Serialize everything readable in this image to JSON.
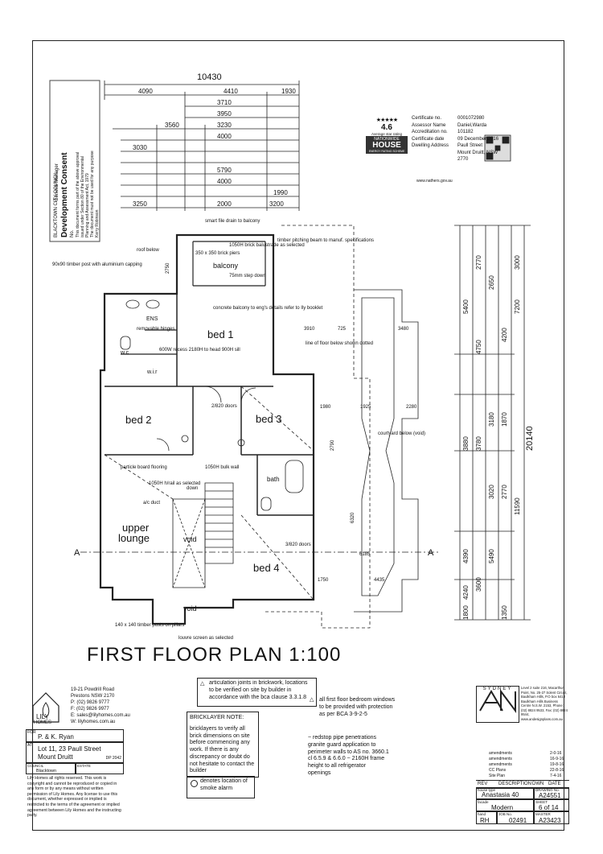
{
  "title": "FIRST FLOOR PLAN 1:100",
  "rooms": {
    "bed1": "bed 1",
    "bed2": "bed 2",
    "bed3": "bed 3",
    "bed4": "bed 4",
    "upper_lounge_1": "upper",
    "upper_lounge_2": "lounge",
    "void1": "void",
    "void2": "void",
    "bath": "bath",
    "balcony": "balcony",
    "wc": "w.c",
    "wir": "w.i.r",
    "ens": "ENS",
    "courtyard": "courtyard below (void)"
  },
  "top_dims": {
    "d10430": "10430",
    "d4090": "4090",
    "d4410": "4410",
    "d1930": "1930",
    "d3710": "3710",
    "d3950": "3950",
    "d3560": "3560",
    "d3230": "3230",
    "d4000a": "4000",
    "d3030": "3030",
    "d5790": "5790",
    "d4000b": "4000",
    "d1990": "1990",
    "d3250": "3250",
    "d2000": "2000",
    "d3200": "3200"
  },
  "right_dims": {
    "d20140": "20140",
    "d11590": "11590",
    "d7200": "7200",
    "d5400": "5400",
    "d4750": "4750",
    "d4200": "4200",
    "d3000": "3000",
    "d2770": "2770",
    "d2650": "2650",
    "d3880": "3880",
    "d3780": "3780",
    "d3180": "3180",
    "d1870": "1870",
    "d3020": "3020",
    "d2770b": "2770",
    "d5490": "5490",
    "d4390": "4390",
    "d3600": "3600",
    "d4240": "4240",
    "d1800": "1800",
    "d1350": "1350"
  },
  "inner_dims": {
    "d3910": "3910",
    "d725": "725",
    "d3480": "3480",
    "d1980": "1980",
    "d1925": "1925",
    "d2280": "2280",
    "d2790": "2790",
    "d6320": "6320",
    "d6185": "6185",
    "d4435": "4435",
    "d1750": "1750",
    "d2750": "2750"
  },
  "notes": {
    "n1": "smart file drain to balcony",
    "n2": "1050H brick balustrade as selected",
    "n3": "timber pitching beam to manuf. specifications",
    "n4": "350 x 350 brick piers",
    "n5": "roof below",
    "n6": "90x90 timber post with aluminium capping",
    "n7": "concrete balcony to eng's details refer to Ily booklet",
    "n8": "line of floor below shown dotted",
    "n9": "600W recess 2180H to head 900H sill",
    "n10": "2/820 doors",
    "n11": "particle board flooring",
    "n12": "1050H h/rail as selected",
    "n13": "a/c duct",
    "n14": "3/820 doors",
    "n15": "140 x 140 timber posts on pillars",
    "n16": "louvre screen as selected",
    "n17": "1050H bulk wall",
    "n18": "down",
    "n19": "removable hinges",
    "n20": "75mm step down"
  },
  "energy": {
    "rating": "4.6",
    "rating_label": "Average star rating",
    "brand1": "NATIONWIDE",
    "brand2": "HOUSE",
    "brand3": "ENERGY RATING SCHEME",
    "website": "www.nathers.gov.au",
    "labels": [
      "Certificate no.",
      "Assessor Name",
      "Accreditation no.",
      "Certificate date",
      "Dwelling Address"
    ],
    "values": [
      "0001072980",
      "Daniel,Warda",
      "101182",
      "09 December 2016",
      "Paull Street"
    ],
    "address2": "Mount Druitt, NSW",
    "postcode": "2770"
  },
  "stamp": {
    "line1": "BLACKTOWN CITY COUNCIL",
    "line2": "Development Consent",
    "line3": "No.",
    "line4": "This document forms part of the above approval",
    "line5": "issued under Section 80 of the Environmental",
    "line6": "Planning and Assessment Act, 1979",
    "line7": "The document must not be used for any purpose",
    "line8": "Kerry Robinson",
    "line9": "General Manager"
  },
  "info_notes": {
    "articulation": "articulation joints in brickwork, locations to be verified on site by builder in accordance with the bca clause 3.3.1.8",
    "bricklayer_title": "BRICKLAYER NOTE:",
    "bricklayer": "bricklayers to verify all brick dimensions on site before commencing any work. If there is any discrepancy or doubt do not hesitate to contact the builder",
    "first_floor": "all first floor bedroom windows to be provided with protection as per BCA 3-9-2-5",
    "redstop": "~ redstop pipe penetrations granite guard application to perimeter walls to AS no. 3660.1 cl 6.5.9 & 6.6.0 ~ 2160H frame height to all refrigerator openings",
    "smoke": "denotes location of smoke alarm"
  },
  "lily": {
    "brand1": "LILY",
    "brand2": "HOMES",
    "addr1": "19-21 Powdrill Road",
    "addr2": "Prestons NSW 2170",
    "phone": "P: (02) 9826 9777",
    "fax": "F: (02) 9826 9977",
    "email": "E: sales@lilyhomes.com.au",
    "web": "W: lilyhomes.com.au",
    "for_label": "FOR",
    "client": "P. & K. Ryan",
    "at_label": "AT",
    "lot": "Lot 11, 23 Paull Street",
    "suburb": "Mount Druitt",
    "dp": "DP 2042",
    "council_label": "COUNCIL",
    "council": "Blacktown",
    "estate_label": "ESTATE",
    "copyright": "Lily Homes all rights reserved. This work is copyright and cannot be reproduced or copied in any form or by any means without written permission of Lily Homes. Any license to use this document, whether expressed or implied is restricted to the terms of the agreement or implied agreement between Lily Homes and the instructing party."
  },
  "sydney": {
    "brand": "SYDNEY",
    "addr": "Level 2 suite 216, Macarthur Point, No. 25-27 Solent Circuit, Baulkham Hills, P.O box 6410 Baulkham Hills Business Centre N.S.W. 2153, Phone: (02) 8824 9533, Fax: (02) 8824 9544, www.andesignplans.com.au"
  },
  "revisions": {
    "rows": [
      {
        "rev": "",
        "desc": "amendments",
        "date": "2-0-16"
      },
      {
        "rev": "",
        "desc": "amendments",
        "date": "16-9-16"
      },
      {
        "rev": "",
        "desc": "amendments",
        "date": "19-8-16"
      },
      {
        "rev": "",
        "desc": "CC Plans",
        "date": "22-8-16"
      },
      {
        "rev": "",
        "desc": "Site Plan",
        "date": "7-4-16"
      }
    ],
    "h_rev": "REV",
    "h_desc": "DESCRIPTION",
    "h_dwn": "DWN",
    "h_date": "DATE",
    "house_type_label": "house type",
    "house_type": "Anastasia 40",
    "drawing_label": "DRAWING No.",
    "drawing_no": "A24551",
    "facade_label": "facade",
    "facade": "Modern",
    "sheet_label": "SHEET",
    "sheet": "6 of 14",
    "hand_label": "hand",
    "hand": "RH",
    "job_label": "JOB No.",
    "job": "02491",
    "master_label": "MASTER",
    "master": "A23423"
  },
  "section_marks": {
    "left": "A",
    "right": "A"
  }
}
